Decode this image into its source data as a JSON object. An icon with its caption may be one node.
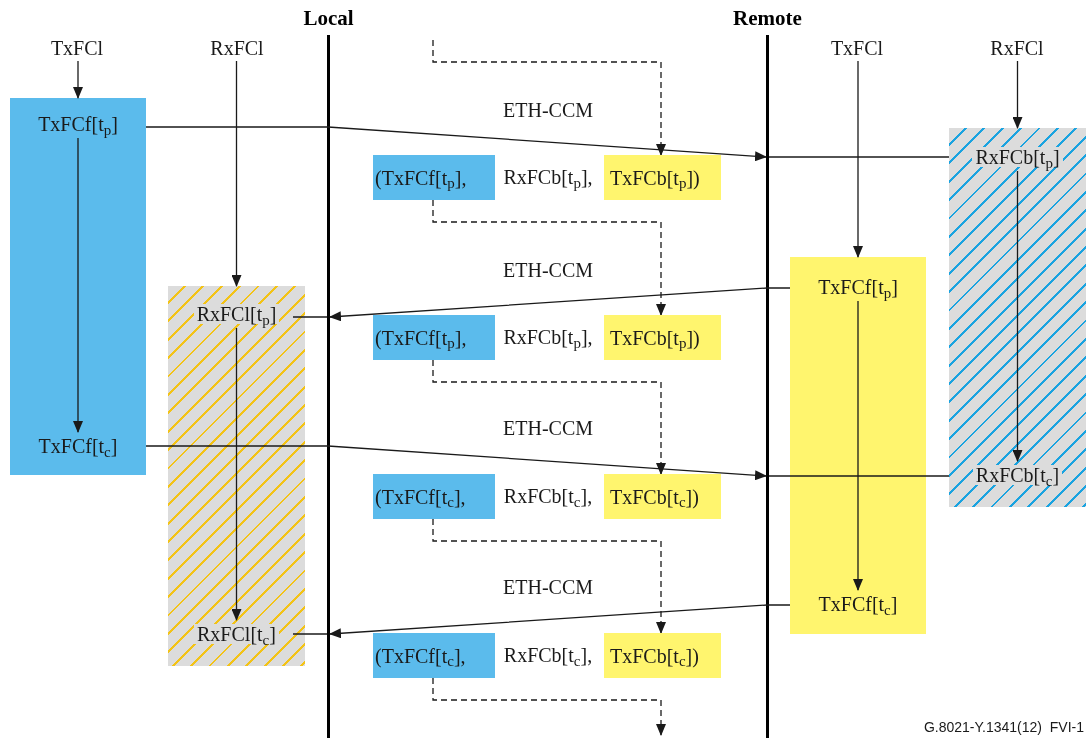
{
  "diagram": {
    "nodes": [
      {
        "text": [
          "Local"
        ]
      },
      {
        "text": [
          "Remote"
        ]
      },
      {
        "text": [
          "TxFCl"
        ]
      },
      {
        "text": [
          "RxFCl"
        ]
      },
      {
        "text": [
          "TxFCl"
        ]
      },
      {
        "text": [
          "RxFCl"
        ]
      },
      {
        "text": [],
        "shape": "box"
      },
      {
        "text": [
          "TxFCf[t$_{p}$]"
        ],
        "in": 6
      },
      {
        "text": [
          "TxFCf[t$_{c}$]"
        ],
        "in": 6
      },
      {
        "text": [],
        "shape": "box"
      },
      {
        "text": [
          "RxFCl[t$_{p}$]"
        ],
        "in": 9
      },
      {
        "text": [
          "RxFCl[t$_{c}$]"
        ],
        "in": 9
      },
      {
        "text": [],
        "shape": "box"
      },
      {
        "text": [
          "TxFCf[t$_{p}$]"
        ],
        "in": 12
      },
      {
        "text": [
          "TxFCf[t$_{c}$]"
        ],
        "in": 12
      },
      {
        "text": [],
        "shape": "box"
      },
      {
        "text": [
          "RxFCb[t$_{p}$]"
        ],
        "in": 15
      },
      {
        "text": [
          "RxFCb[t$_{c}$]"
        ],
        "in": 15
      },
      {
        "text": [
          "(TxFCf[t$_{p}$],"
        ]
      },
      {
        "text": [
          "TxFCb[t$_{p}$])"
        ]
      },
      {
        "text": [
          "(TxFCf[t$_{p}$],"
        ]
      },
      {
        "text": [
          "TxFCb[t$_{p}$])"
        ]
      },
      {
        "text": [
          "(TxFCf[t$_{c}$],"
        ]
      },
      {
        "text": [
          "TxFCb[t$_{c}$])"
        ]
      },
      {
        "text": [
          "(TxFCf[t$_{c}$],"
        ]
      },
      {
        "text": [
          "TxFCb[t$_{c}$])"
        ]
      }
    ],
    "edges": [
      {
        "from": 2,
        "to": 6,
        "arrow": "to"
      },
      {
        "from": 3,
        "to": 9,
        "arrow": "to"
      },
      {
        "from": 4,
        "to": 12,
        "arrow": "to"
      },
      {
        "from": 5,
        "to": 15,
        "arrow": "to"
      },
      {
        "from": 7,
        "to": 8,
        "arrow": "to"
      },
      {
        "from": 10,
        "to": 11,
        "arrow": "to"
      },
      {
        "from": 13,
        "to": 14,
        "arrow": "to"
      },
      {
        "from": 16,
        "to": 17,
        "arrow": "to"
      },
      {
        "from": 7,
        "to": 1,
        "arrow": "to",
        "label": "ETH-CCM"
      },
      {
        "from": 1,
        "to": 16,
        "arrow": "none"
      },
      {
        "from": 13,
        "to": 0,
        "arrow": "to",
        "label": "ETH-CCM"
      },
      {
        "from": 0,
        "to": 10,
        "arrow": "none"
      },
      {
        "from": 8,
        "to": 1,
        "arrow": "to",
        "label": "ETH-CCM"
      },
      {
        "from": 1,
        "to": 17,
        "arrow": "none"
      },
      {
        "from": 14,
        "to": 0,
        "arrow": "to",
        "label": "ETH-CCM"
      },
      {
        "from": 0,
        "to": 11,
        "arrow": "none"
      },
      {
        "from": null,
        "to": 19,
        "arrow": "to",
        "style": "dashed"
      },
      {
        "from": 18,
        "to": 21,
        "arrow": "to",
        "style": "dashed"
      },
      {
        "from": 20,
        "to": 23,
        "arrow": "to",
        "style": "dashed"
      },
      {
        "from": 22,
        "to": 25,
        "arrow": "to",
        "style": "dashed"
      },
      {
        "from": 24,
        "to": null,
        "arrow": "to",
        "style": "dashed"
      }
    ],
    "labels": [
      "RxFCb[t$_{p}$],",
      "RxFCb[t$_{p}$],",
      "RxFCb[t$_{c}$],",
      "RxFCb[t$_{c}$],",
      "G.8021-Y.1341(12)  FVI-1"
    ]
  }
}
